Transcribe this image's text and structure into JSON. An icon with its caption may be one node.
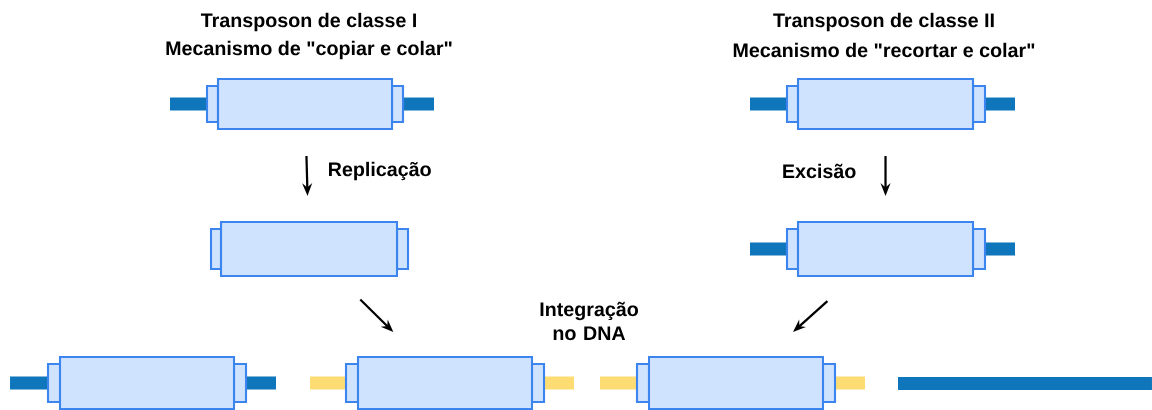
{
  "diagram": {
    "nodes": [
      {
        "text": [],
        "shape": "box"
      },
      {
        "text": [],
        "shape": "box"
      },
      {
        "text": [],
        "shape": "box"
      },
      {
        "text": [],
        "shape": "box"
      },
      {
        "text": [],
        "shape": "box"
      },
      {
        "text": [],
        "shape": "box"
      },
      {
        "text": [],
        "shape": "box"
      }
    ],
    "edges": [
      {
        "from": 0,
        "to": 2,
        "arrow": "to",
        "label": "Replicação"
      },
      {
        "from": 1,
        "to": 3,
        "arrow": "to",
        "label": "Excisão"
      },
      {
        "from": 2,
        "to": 5,
        "arrow": "to"
      },
      {
        "from": 3,
        "to": 6,
        "arrow": "to"
      }
    ],
    "labels": [
      "Transposon de classe I",
      "Mecanismo de \"copiar e colar\"",
      "Transposon de classe II",
      "Mecanismo de \"recortar e colar\"",
      "Integração no DNA"
    ]
  }
}
